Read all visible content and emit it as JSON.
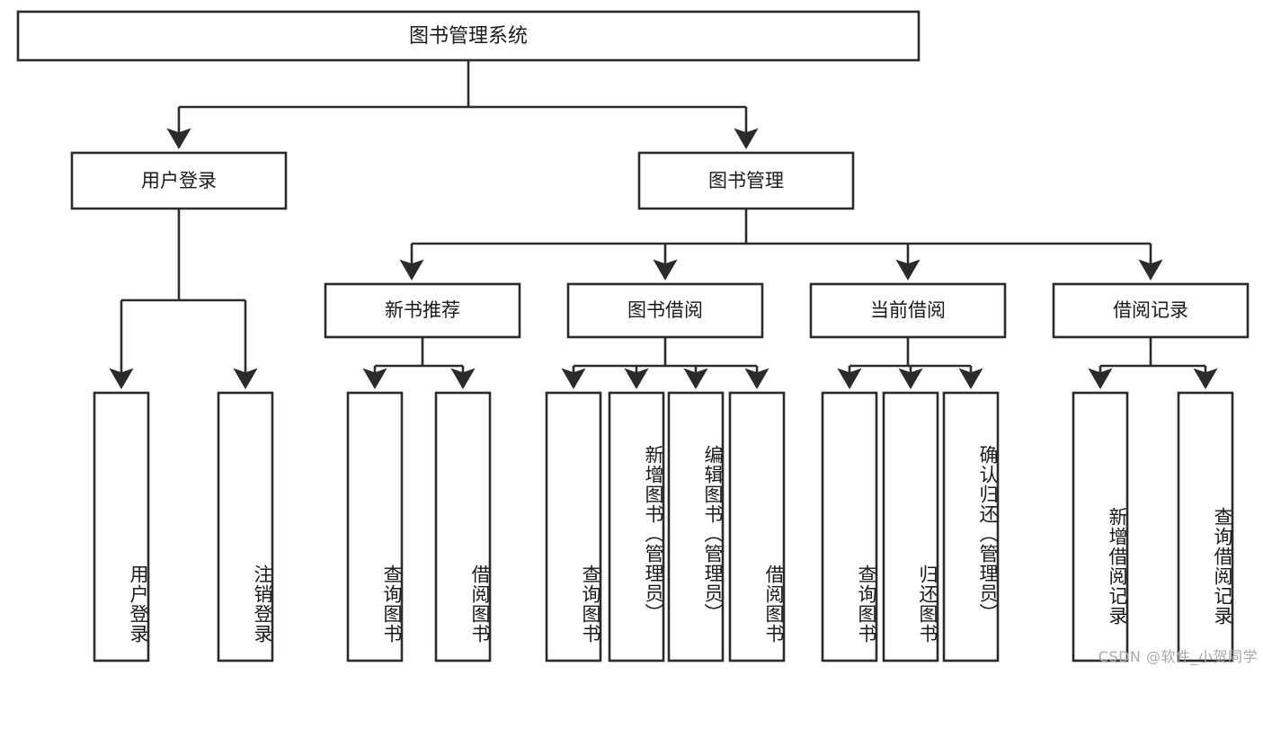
{
  "diagram": {
    "title": "图书管理系统",
    "type": "tree-hierarchy-flowchart",
    "colors": {
      "stroke": "#2b2b2b",
      "box_fill": "#ffffff",
      "text": "#1a1a1a",
      "background": "#ffffff",
      "watermark": "#a9a9a9"
    },
    "root": {
      "label": "图书管理系统"
    },
    "level2": [
      {
        "id": "user-login",
        "label": "用户登录"
      },
      {
        "id": "book-management",
        "label": "图书管理"
      }
    ],
    "level3": [
      {
        "id": "new-book-recommend",
        "label": "新书推荐",
        "parent": "book-management"
      },
      {
        "id": "book-borrow",
        "label": "图书借阅",
        "parent": "book-management"
      },
      {
        "id": "current-borrow",
        "label": "当前借阅",
        "parent": "book-management"
      },
      {
        "id": "borrow-record",
        "label": "借阅记录",
        "parent": "book-management"
      }
    ],
    "leaves": {
      "user-login": [
        {
          "id": "leaf-user-login",
          "label": "用户登录"
        },
        {
          "id": "leaf-logout-login",
          "label": "注销登录"
        }
      ],
      "new-book-recommend": [
        {
          "id": "leaf-query-book-1",
          "label": "查询图书"
        },
        {
          "id": "leaf-borrow-book-1",
          "label": "借阅图书"
        }
      ],
      "book-borrow": [
        {
          "id": "leaf-query-book-2",
          "label": "查询图书"
        },
        {
          "id": "leaf-add-book",
          "label": "新增图书（管理员）"
        },
        {
          "id": "leaf-edit-book",
          "label": "编辑图书（管理员）"
        },
        {
          "id": "leaf-borrow-book-2",
          "label": "借阅图书"
        }
      ],
      "current-borrow": [
        {
          "id": "leaf-query-book-3",
          "label": "查询图书"
        },
        {
          "id": "leaf-return-book",
          "label": "归还图书"
        },
        {
          "id": "leaf-confirm-return",
          "label": "确认归还（管理员）"
        }
      ],
      "borrow-record": [
        {
          "id": "leaf-add-record",
          "label": "新增借阅记录"
        },
        {
          "id": "leaf-query-record",
          "label": "查询借阅记录"
        }
      ]
    }
  },
  "watermark": {
    "text": "CSDN @软件_小贺同学"
  }
}
